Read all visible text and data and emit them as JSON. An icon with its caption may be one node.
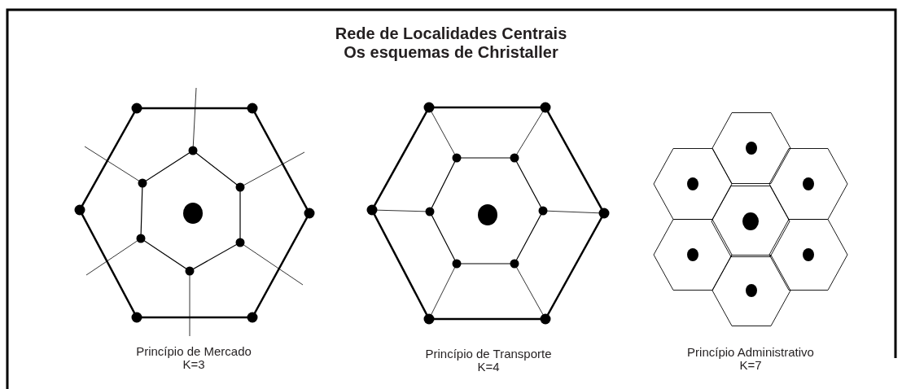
{
  "diagram": {
    "title": "Rede de Localidades Centrais Os esquemas de Christaller",
    "labels": [
      "Princípio de Mercado",
      "K=3",
      "Princípio de Transporte",
      "K=4",
      "Princípio Administrativo",
      "K=7"
    ]
  }
}
